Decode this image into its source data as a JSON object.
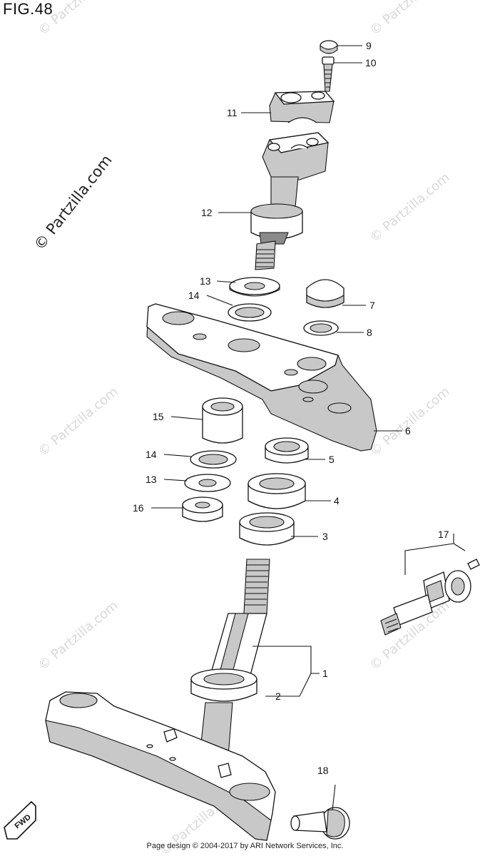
{
  "figure": {
    "title": "FIG.48"
  },
  "watermark": {
    "main": "© Partzilla.com",
    "faint": "© Partzilla.com"
  },
  "callouts": {
    "c1": "1",
    "c2": "2",
    "c3": "3",
    "c4": "4",
    "c5": "5",
    "c6": "6",
    "c7": "7",
    "c8": "8",
    "c9": "9",
    "c10": "10",
    "c11": "11",
    "c12": "12",
    "c13a": "13",
    "c13b": "13",
    "c14a": "14",
    "c14b": "14",
    "c15": "15",
    "c16": "16",
    "c17": "17",
    "c18": "18"
  },
  "fwd_badge": {
    "label": "FWD"
  },
  "footer": {
    "text": "Page design © 2004-2017 by ARI Network Services, Inc."
  }
}
